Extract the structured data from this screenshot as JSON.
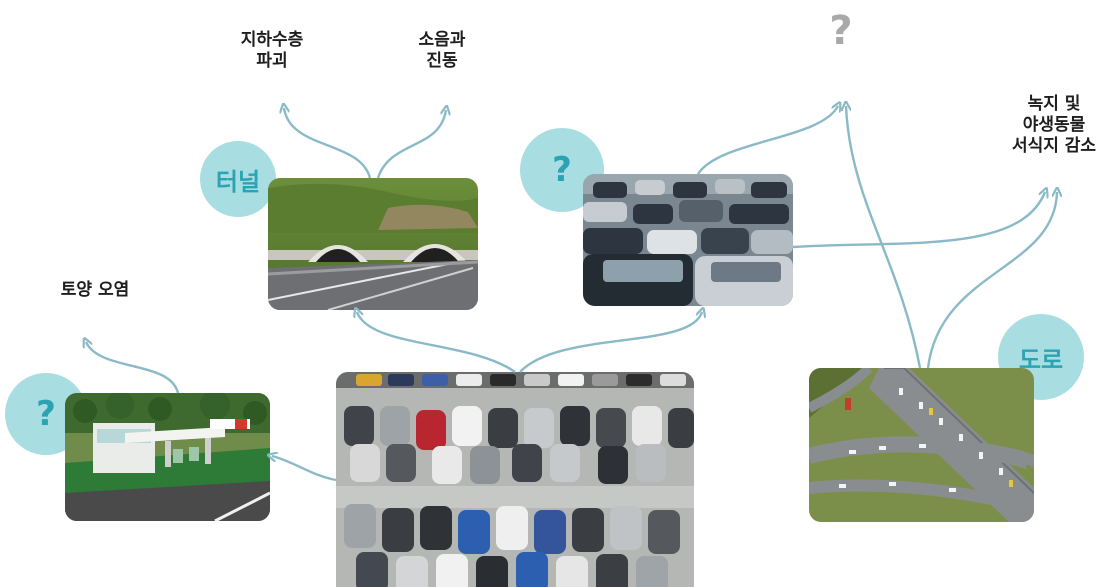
{
  "center": {
    "image": "parking-lot-photo"
  },
  "nodes": {
    "tunnel": {
      "circle_label": "터널",
      "image": "tunnel-photo"
    },
    "parked_cars": {
      "circle_label": "?",
      "image": "parked-cars-photo"
    },
    "gas_station": {
      "circle_label": "?",
      "image": "gas-station-photo"
    },
    "road": {
      "circle_label": "도로",
      "image": "highway-interchange-photo"
    }
  },
  "impacts": {
    "groundwater": "지하수층\n파괴",
    "noise": "소음과\n진동",
    "unknown_top": "?",
    "habitat": "녹지 및\n야생동물\n서식지 감소",
    "soil": "토양 오염"
  },
  "colors": {
    "arrow": "#8ab9c7",
    "circle_fill": "#a8dde2",
    "circle_text": "#2ca3b3",
    "unknown_mark": "#a9a9a9"
  }
}
